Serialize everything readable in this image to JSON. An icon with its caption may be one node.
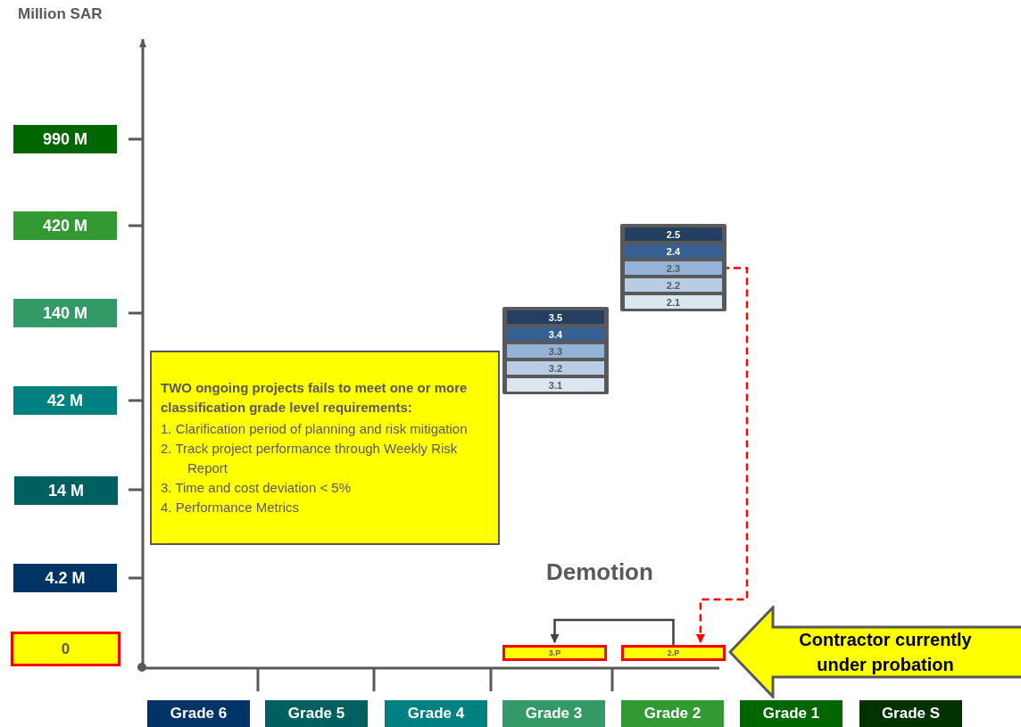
{
  "diagram": {
    "nodes": [
      {
        "text": [
          "990 M"
        ]
      },
      {
        "text": [
          "420 M"
        ]
      },
      {
        "text": [
          "140 M"
        ]
      },
      {
        "text": [
          "42 M"
        ]
      },
      {
        "text": [
          "14 M"
        ]
      },
      {
        "text": [
          "4.2 M"
        ]
      },
      {
        "text": [
          "0"
        ]
      },
      {
        "text": [
          "Grade 6"
        ]
      },
      {
        "text": [
          "Grade 5"
        ]
      },
      {
        "text": [
          "Grade 4"
        ]
      },
      {
        "text": [
          "Grade 3"
        ]
      },
      {
        "text": [
          "Grade 2"
        ]
      },
      {
        "text": [
          "Grade 1"
        ]
      },
      {
        "text": [
          "Grade S"
        ]
      },
      {
        "text": [
          "TWO ongoing projects fails to meet one or more classification grade level requirements:",
          "1. Clarification period of planning and risk mitigation",
          "2. Track project performance through Weekly Risk Report",
          "3. Time and cost deviation < 5%",
          "4. Performance Metrics"
        ]
      },
      {
        "text": [],
        "shape": "box"
      },
      {
        "text": [
          "3.5"
        ],
        "in": 15
      },
      {
        "text": [
          "3.4"
        ],
        "in": 15
      },
      {
        "text": [
          "3.3"
        ],
        "in": 15
      },
      {
        "text": [
          "3.2"
        ],
        "in": 15
      },
      {
        "text": [
          "3.1"
        ],
        "in": 15
      },
      {
        "text": [],
        "shape": "box"
      },
      {
        "text": [
          "2.5"
        ],
        "in": 21
      },
      {
        "text": [
          "2.4"
        ],
        "in": 21
      },
      {
        "text": [
          "2.3"
        ],
        "in": 21
      },
      {
        "text": [
          "2.2"
        ],
        "in": 21
      },
      {
        "text": [
          "2.1"
        ],
        "in": 21
      },
      {
        "text": [
          "3.P"
        ]
      },
      {
        "text": [
          "2.P"
        ]
      },
      {
        "text": [
          "Contractor currently under probation"
        ]
      }
    ],
    "edges": [
      {
        "from": 28,
        "to": 27,
        "arrow": "to"
      },
      {
        "from": 24,
        "to": 28,
        "arrow": "to",
        "style": "dashed",
        "color": "#ff0000"
      }
    ],
    "labels": [
      "Million SAR",
      "Demotion"
    ]
  }
}
